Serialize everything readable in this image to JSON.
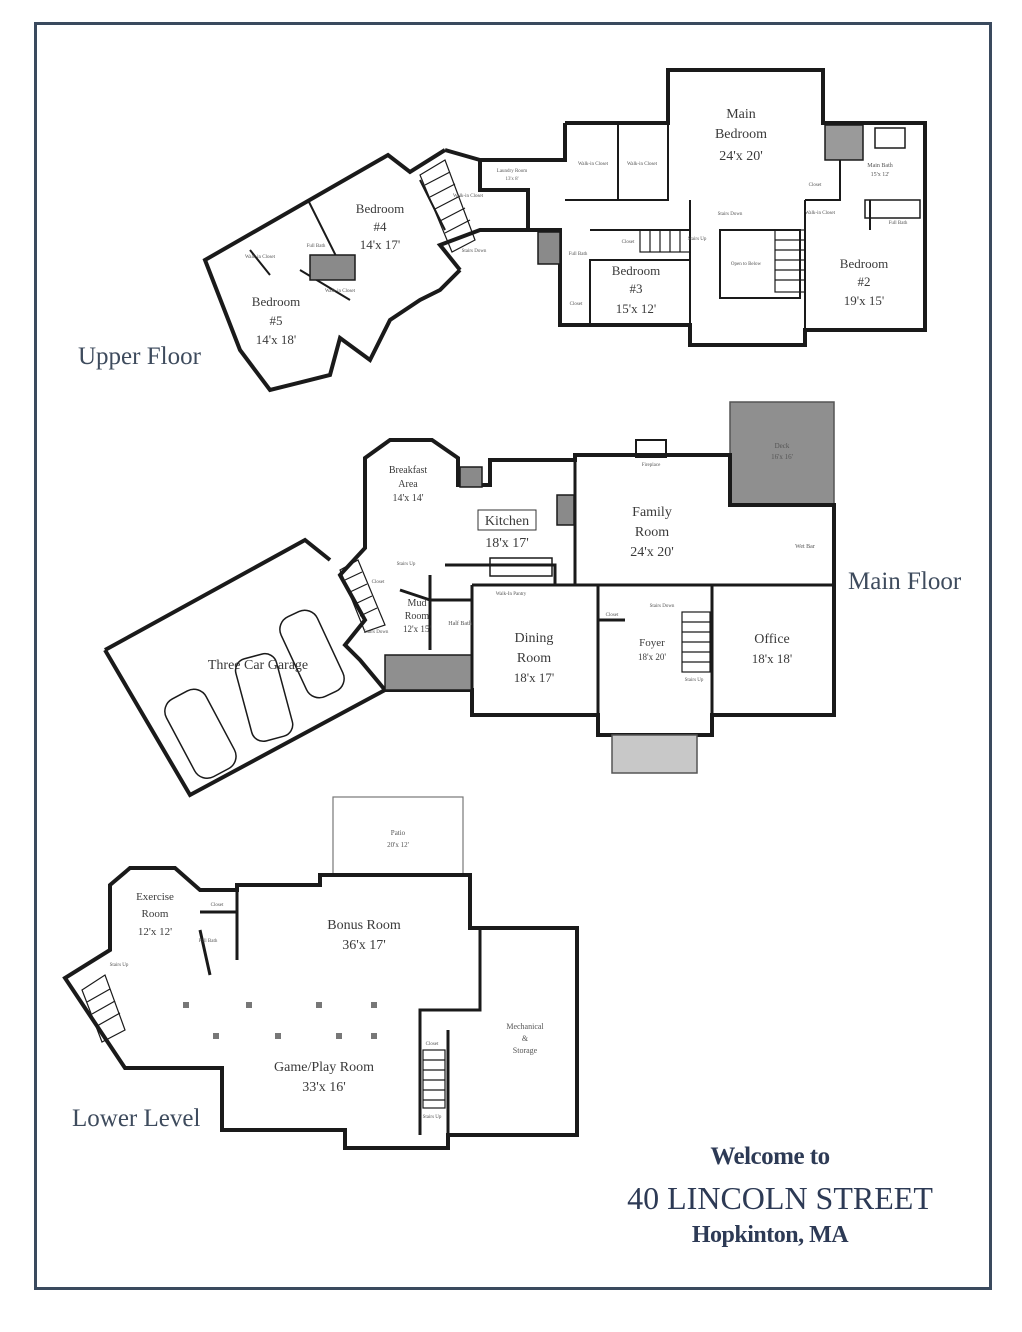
{
  "floors": {
    "upper": "Upper Floor",
    "main": "Main Floor",
    "lower": "Lower Level"
  },
  "welcome": {
    "line1": "Welcome to",
    "line2": "40 LINCOLN STREET",
    "line3": "Hopkinton, MA"
  },
  "upper_rooms": {
    "main_bedroom": {
      "name1": "Main",
      "name2": "Bedroom",
      "size": "24'x 20'"
    },
    "bedroom4": {
      "name1": "Bedroom",
      "name2": "#4",
      "size": "14'x 17'"
    },
    "bedroom5": {
      "name1": "Bedroom",
      "name2": "#5",
      "size": "14'x 18'"
    },
    "bedroom3": {
      "name1": "Bedroom",
      "name2": "#3",
      "size": "15'x 12'"
    },
    "bedroom2": {
      "name1": "Bedroom",
      "name2": "#2",
      "size": "19'x 15'"
    },
    "main_bath": {
      "name": "Main Bath",
      "size": "15'x 12'"
    },
    "laundry": {
      "name": "Laundry Room",
      "size": "13'x 8'"
    },
    "walk_in_closet": "Walk-in Closet",
    "full_bath": "Full Bath",
    "closet": "Closet",
    "stairs_down": "Stairs Down",
    "stairs_up": "Stairs Up",
    "open_to_below": "Open to Below"
  },
  "main_rooms": {
    "breakfast": {
      "name1": "Breakfast",
      "name2": "Area",
      "size": "14'x 14'"
    },
    "kitchen": {
      "name": "Kitchen",
      "size": "18'x 17'"
    },
    "family": {
      "name1": "Family",
      "name2": "Room",
      "size": "24'x 20'"
    },
    "deck": {
      "name": "Deck",
      "size": "16'x 16'"
    },
    "fireplace": "Fireplace",
    "wet_bar": "Wet Bar",
    "garage": "Three Car Garage",
    "mud_room": {
      "name1": "Mud",
      "name2": "Room",
      "size": "12'x 15'"
    },
    "half_bath": "Half Bath",
    "pantry": "Walk-In Pantry",
    "dining": {
      "name1": "Dining",
      "name2": "Room",
      "size": "18'x 17'"
    },
    "foyer": {
      "name": "Foyer",
      "size": "18'x 20'"
    },
    "office": {
      "name": "Office",
      "size": "18'x 18'"
    },
    "closet": "Closet",
    "stairs_up": "Stairs Up",
    "stairs_down": "Stairs Down"
  },
  "lower_rooms": {
    "patio": {
      "name": "Patio",
      "size": "20'x 12'"
    },
    "exercise": {
      "name1": "Exercise",
      "name2": "Room",
      "size": "12'x 12'"
    },
    "bonus": {
      "name": "Bonus Room",
      "size": "36'x 17'"
    },
    "game": {
      "name": "Game/Play Room",
      "size": "33'x 16'"
    },
    "mechanical": {
      "name1": "Mechanical",
      "name2": "&",
      "name3": "Storage"
    },
    "closet": "Closet",
    "full_bath": "Full Bath",
    "stairs_up": "Stairs Up"
  },
  "colors": {
    "wall": "#1a1a1a",
    "frame": "#3a4a5e",
    "deck": "#8f8f8f",
    "title": "#2d3a55"
  }
}
